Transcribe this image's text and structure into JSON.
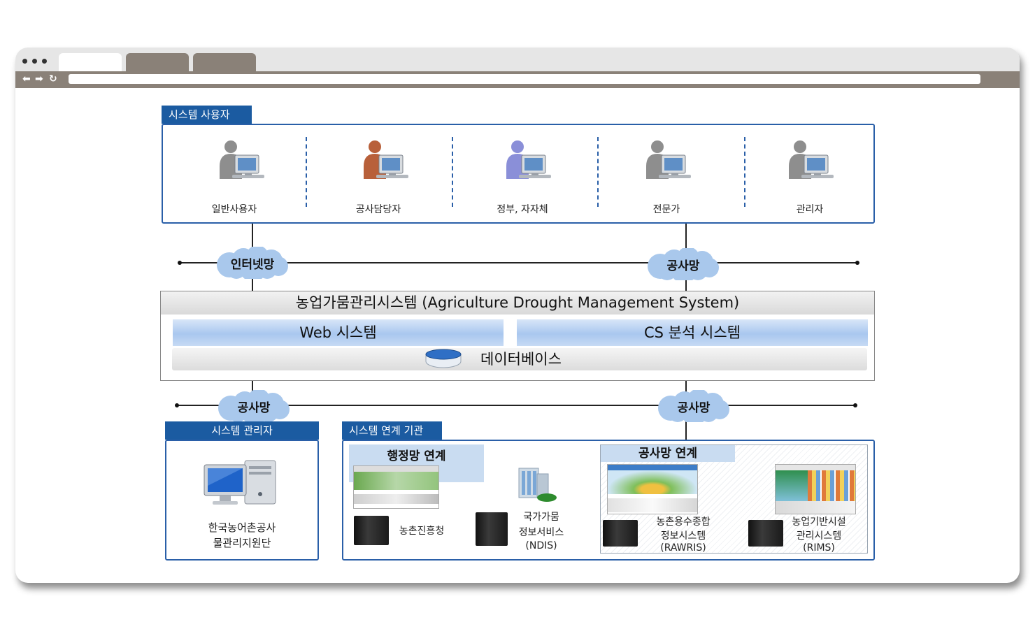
{
  "users": {
    "header": "시스템 사용자",
    "items": [
      {
        "label": "일반사용자",
        "color": "#8e8e8e"
      },
      {
        "label": "공사담당자",
        "color": "#b8603a"
      },
      {
        "label": "정부, 자자체",
        "color": "#8a8fd8"
      },
      {
        "label": "전문가",
        "color": "#8e8e8e"
      },
      {
        "label": "관리자",
        "color": "#8e8e8e"
      }
    ]
  },
  "networks": {
    "top_left": "인터넷망",
    "top_right": "공사망",
    "bottom_left": "공사망",
    "bottom_right": "공사망"
  },
  "system": {
    "title": "농업가뭄관리시스템 (Agriculture Drought Management System)",
    "web": "Web 시스템",
    "cs": "CS 분석 시스템",
    "db": "데이터베이스"
  },
  "admin": {
    "header": "시스템 관리자",
    "line1": "한국농어촌공사",
    "line2": "물관리지원단"
  },
  "links": {
    "header": "시스템 연계 기관",
    "admin_net": "행정망 연계",
    "corp_net": "공사망 연계",
    "rda": "농촌진흥청",
    "ndis_1": "국가가뭄",
    "ndis_2": "정보서비스",
    "ndis_3": "(NDIS)",
    "rawris_1": "농촌용수종합",
    "rawris_2": "정보시스템",
    "rawris_3": "(RAWRIS)",
    "rims_1": "농업기반시설",
    "rims_2": "관리시스템",
    "rims_3": "(RIMS)"
  },
  "colors": {
    "accent": "#1b5ba1",
    "border": "#2a5fa8",
    "cloud": "#a9c8ec"
  }
}
